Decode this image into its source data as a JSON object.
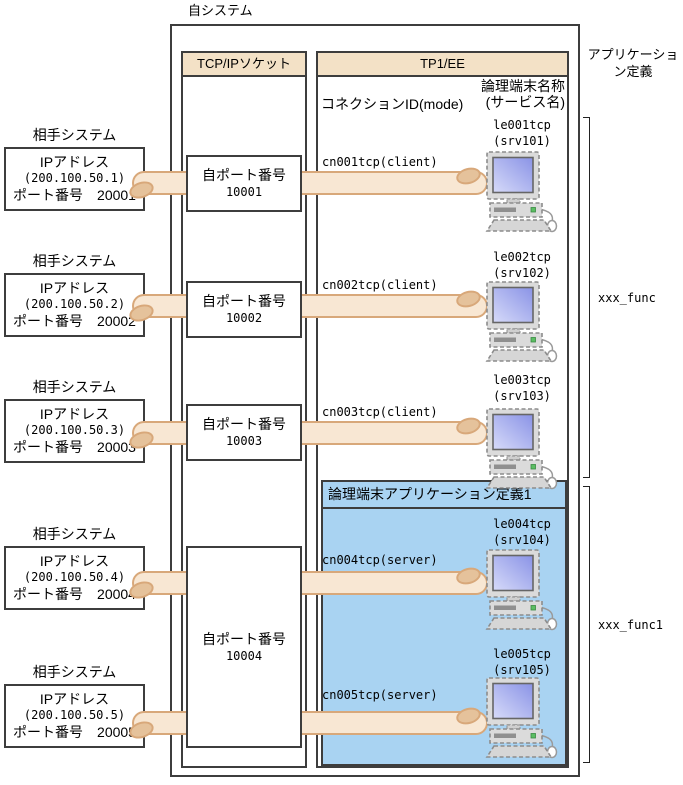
{
  "title": {
    "own_system": "自システム",
    "app_definition": "アプリケーション定義"
  },
  "columns": {
    "socket": "TCP/IPソケット",
    "tp1ee": "TP1/EE"
  },
  "field_headers": {
    "connection_id": "コネクションID(mode)",
    "terminal_name": "論理端末名称",
    "terminal_service": "(サービス名)"
  },
  "blue_region": {
    "title": "論理端末アプリケーション定義1"
  },
  "remote_systems": [
    {
      "label": "相手システム",
      "ip_title": "IPアドレス",
      "ip": "(200.100.50.1)",
      "port_line": "ポート番号　20001"
    },
    {
      "label": "相手システム",
      "ip_title": "IPアドレス",
      "ip": "(200.100.50.2)",
      "port_line": "ポート番号　20002"
    },
    {
      "label": "相手システム",
      "ip_title": "IPアドレス",
      "ip": "(200.100.50.3)",
      "port_line": "ポート番号　20003"
    },
    {
      "label": "相手システム",
      "ip_title": "IPアドレス",
      "ip": "(200.100.50.4)",
      "port_line": "ポート番号　20004"
    },
    {
      "label": "相手システム",
      "ip_title": "IPアドレス",
      "ip": "(200.100.50.5)",
      "port_line": "ポート番号　20005"
    }
  ],
  "own_ports": [
    {
      "label": "自ポート番号",
      "number": "10001"
    },
    {
      "label": "自ポート番号",
      "number": "10002"
    },
    {
      "label": "自ポート番号",
      "number": "10003"
    },
    {
      "label": "自ポート番号",
      "number": "10004"
    }
  ],
  "connections": [
    {
      "id": "cn001tcp(client)",
      "terminal": "le001tcp",
      "service": "(srv101)"
    },
    {
      "id": "cn002tcp(client)",
      "terminal": "le002tcp",
      "service": "(srv102)"
    },
    {
      "id": "cn003tcp(client)",
      "terminal": "le003tcp",
      "service": "(srv103)"
    },
    {
      "id": "cn004tcp(server)",
      "terminal": "le004tcp",
      "service": "(srv104)"
    },
    {
      "id": "cn005tcp(server)",
      "terminal": "le005tcp",
      "service": "(srv105)"
    }
  ],
  "brackets": [
    {
      "label": "xxx_func"
    },
    {
      "label": "xxx_func1"
    }
  ],
  "icons": {
    "terminal": "computer-icon"
  },
  "colors": {
    "band_fill": "#F8E7D3",
    "band_edge": "#D8A87A",
    "band_knob": "#E5C29B",
    "column_header_fill": "#F3E1C6",
    "blue_region_fill": "#A9D3F2",
    "line": "#3d3d3d",
    "screen_light": "#D7DBF9",
    "screen_dark": "#8A93E6",
    "led_green": "#5BBE63"
  }
}
